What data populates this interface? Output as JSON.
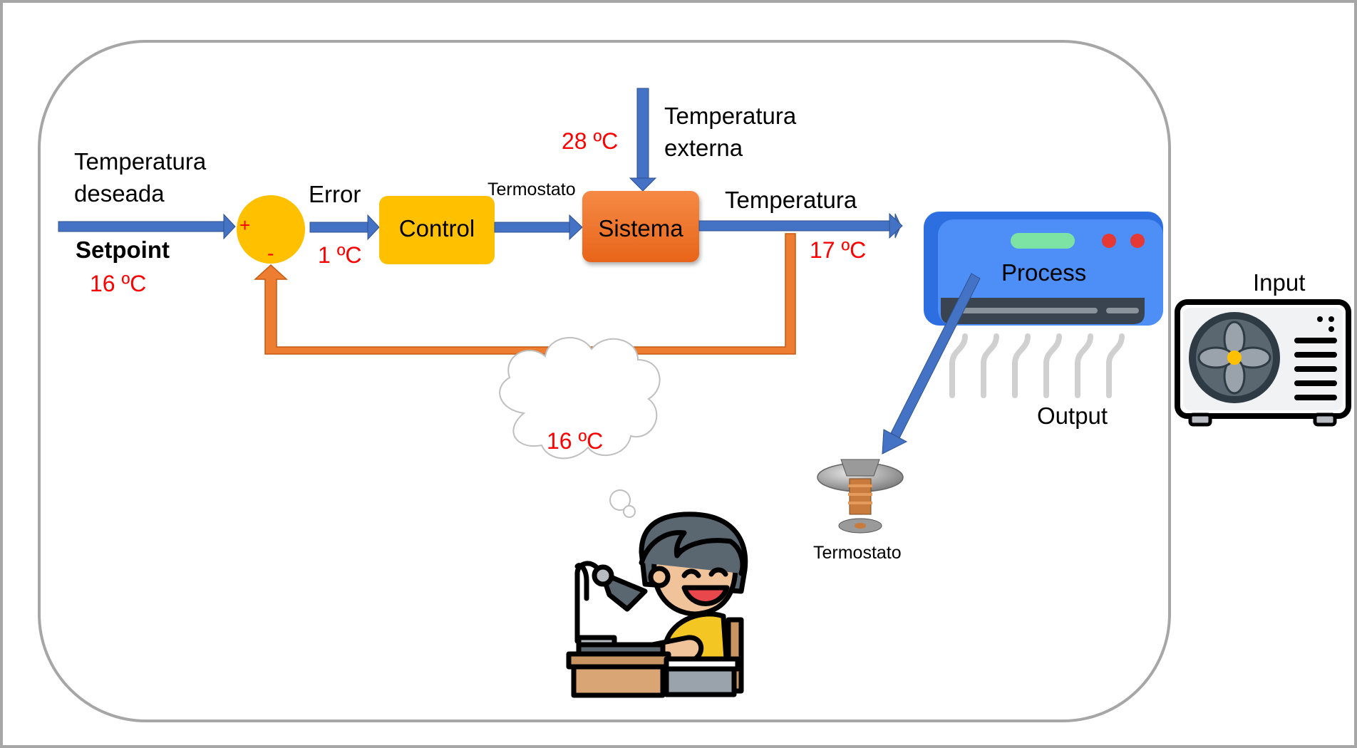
{
  "labels": {
    "temperatura_deseada_line1": "Temperatura",
    "temperatura_deseada_line2": "deseada",
    "setpoint": "Setpoint",
    "setpoint_value": "16 ºC",
    "plus_sign": "+",
    "minus_sign": "-",
    "error": "Error",
    "error_value": "1 ºC",
    "control": "Control",
    "termostato_link": "Termostato",
    "sistema": "Sistema",
    "external_value": "28 ºC",
    "temperatura_externa_line1": "Temperatura",
    "temperatura_externa_line2": "externa",
    "temperatura_output": "Temperatura",
    "temperatura_output_value": "17 ºC",
    "process": "Process",
    "input": "Input",
    "output": "Output",
    "thought_value": "16 ºC",
    "termostato_caption": "Termostato"
  },
  "colors": {
    "arrow_blue": "#4472c4",
    "feedback_orange": "#ed7d31",
    "summing_junction": "#ffc000",
    "control_box": "#ffc000",
    "sistema_box": "#ed6f22",
    "value_red": "#ff0000",
    "ac_unit_blue": "#4e8ef7",
    "frame_gray": "#a6a6a6"
  },
  "icons": [
    "air-conditioner-icon",
    "outdoor-unit-fan-icon",
    "thermostat-valve-icon",
    "person-at-desk-icon",
    "thought-cloud-icon"
  ]
}
